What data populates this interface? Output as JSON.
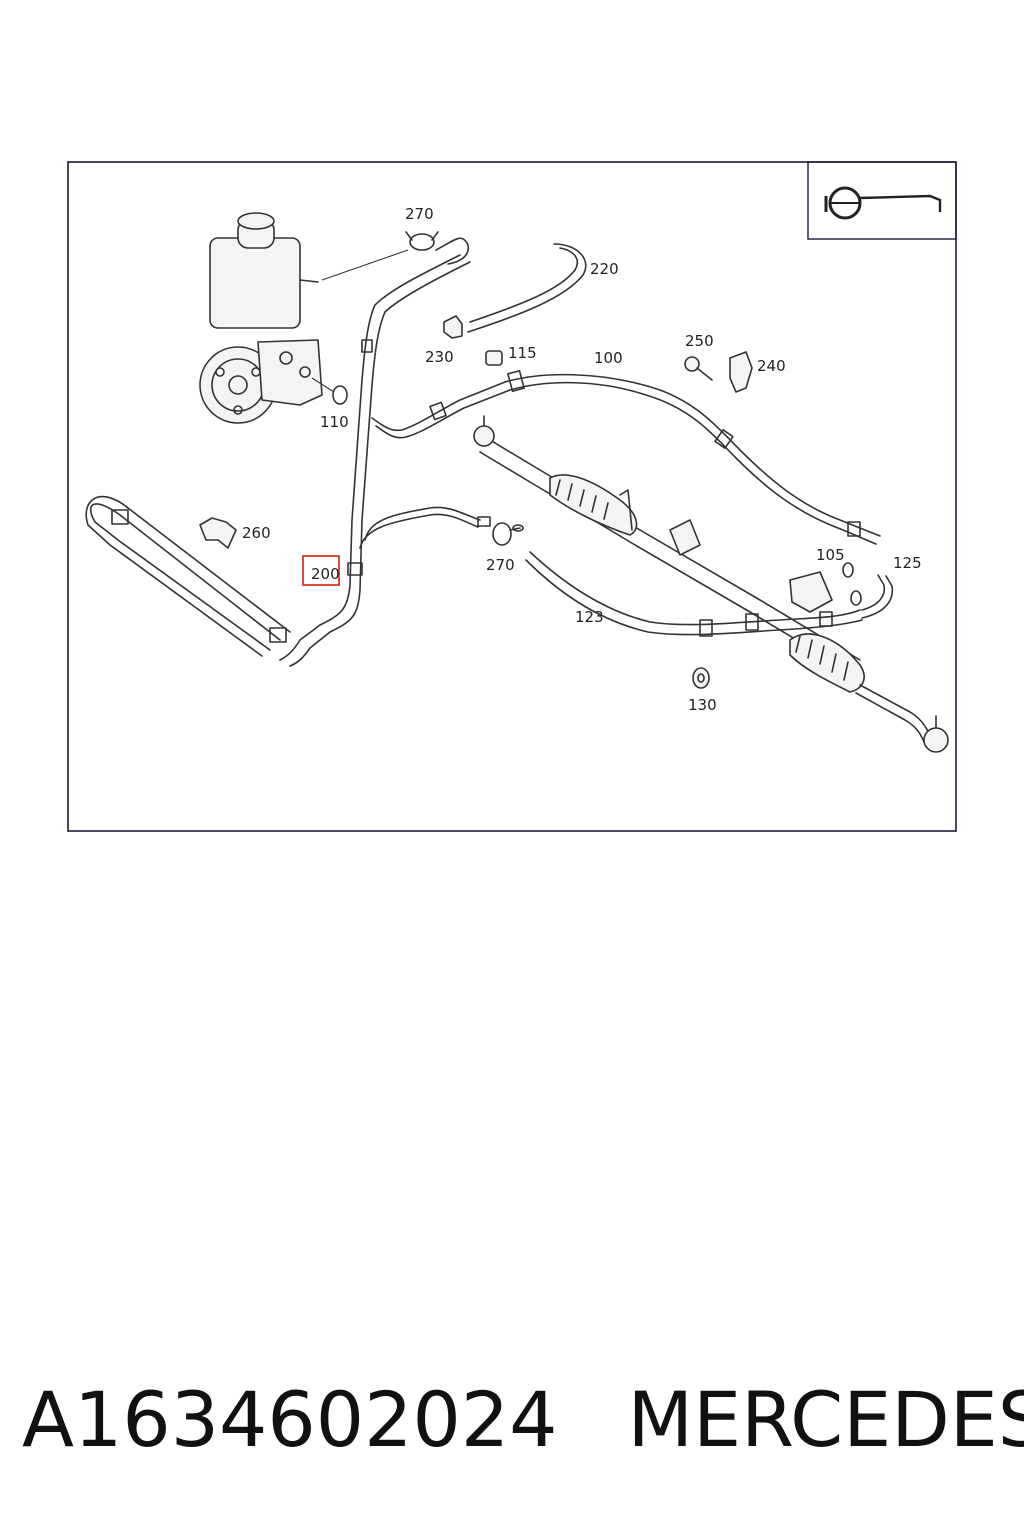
{
  "diagram": {
    "callouts": {
      "c270a": "270",
      "c220": "220",
      "c230": "230",
      "c115": "115",
      "c100": "100",
      "c250": "250",
      "c240": "240",
      "c110": "110",
      "c260": "260",
      "c200": "200",
      "c270b": "270",
      "c105": "105",
      "c125": "125",
      "c123": "123",
      "c130": "130"
    },
    "highlight_color": "#d9352e",
    "frame_color": "#1a1a3a"
  },
  "caption": {
    "part_number": "A1634602024",
    "brand": "MERCEDES"
  }
}
